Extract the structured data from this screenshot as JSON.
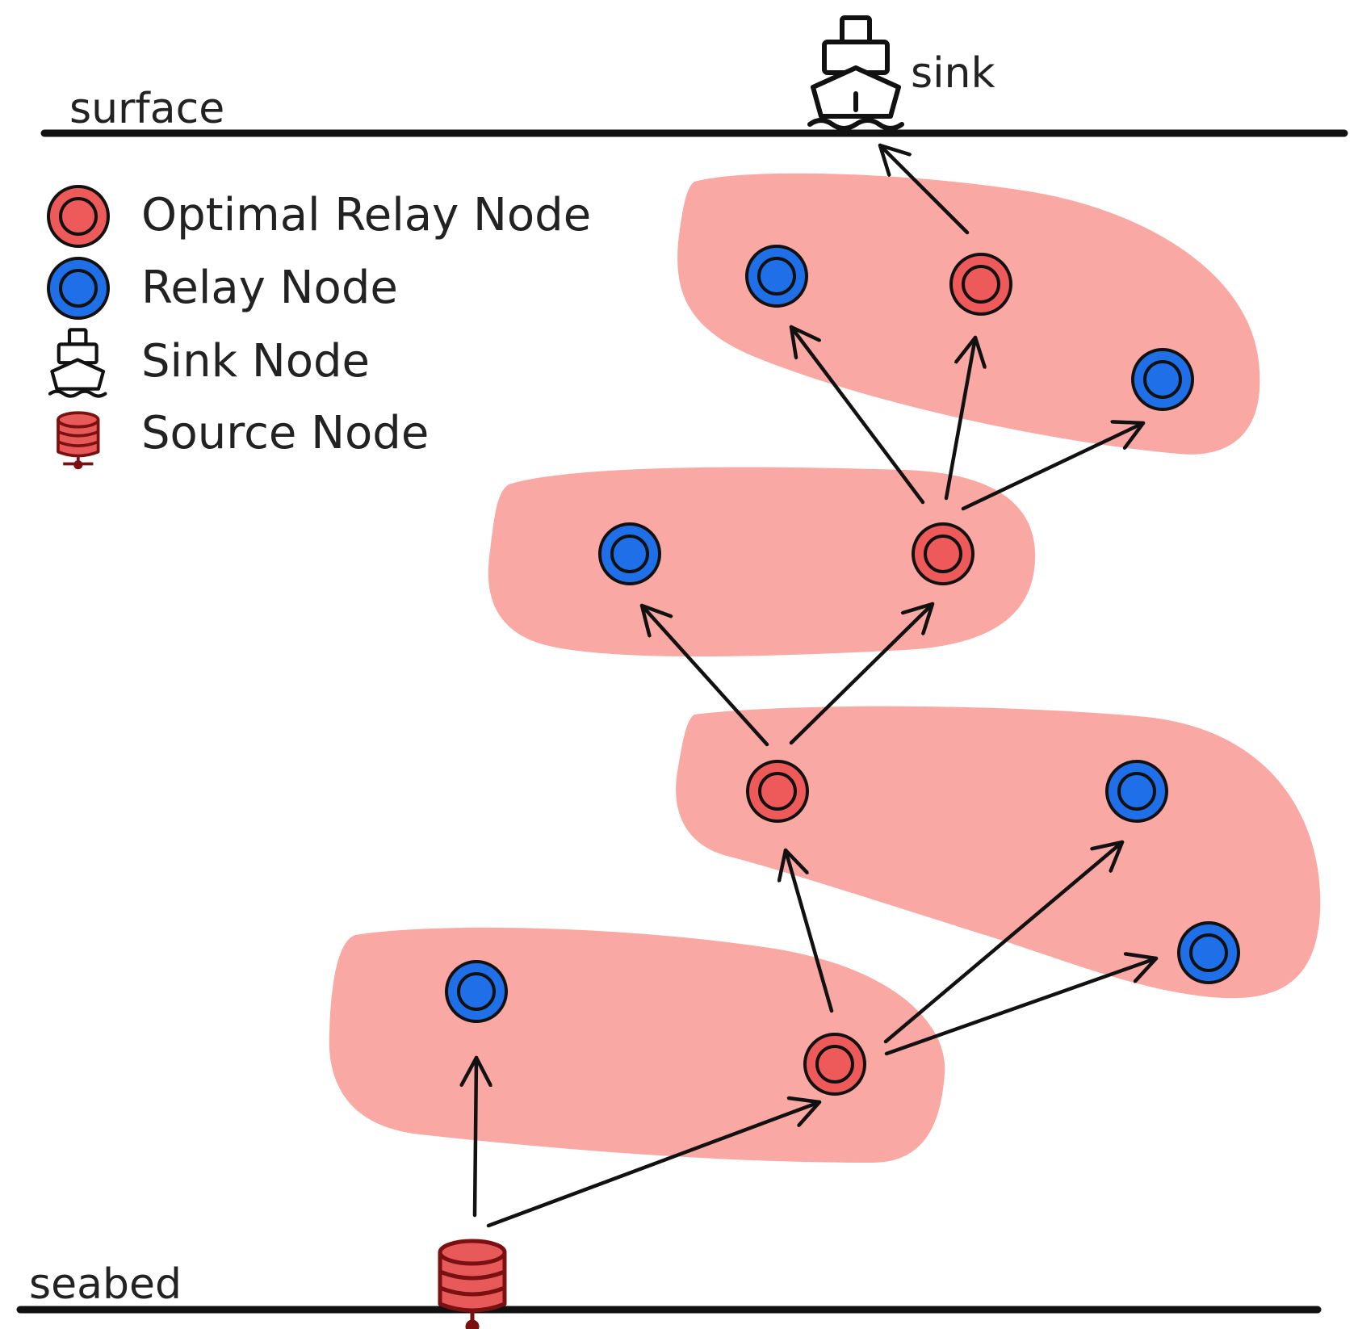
{
  "labels": {
    "surface": "surface",
    "seabed": "seabed",
    "sink": "sink"
  },
  "legend": {
    "optimal_relay": "Optimal Relay Node",
    "relay": "Relay Node",
    "sink_node": "Sink Node",
    "source_node": "Source Node"
  },
  "colors": {
    "region_fill": "#f9a8a4",
    "optimal_fill": "#ee5a5a",
    "relay_fill": "#1f6fe8",
    "source_fill": "#e85a5a",
    "stroke": "#111111"
  },
  "icons": {
    "sink": "ship-icon",
    "source": "database-icon",
    "optimal_relay": "ring-node-icon",
    "relay": "ring-node-icon"
  }
}
